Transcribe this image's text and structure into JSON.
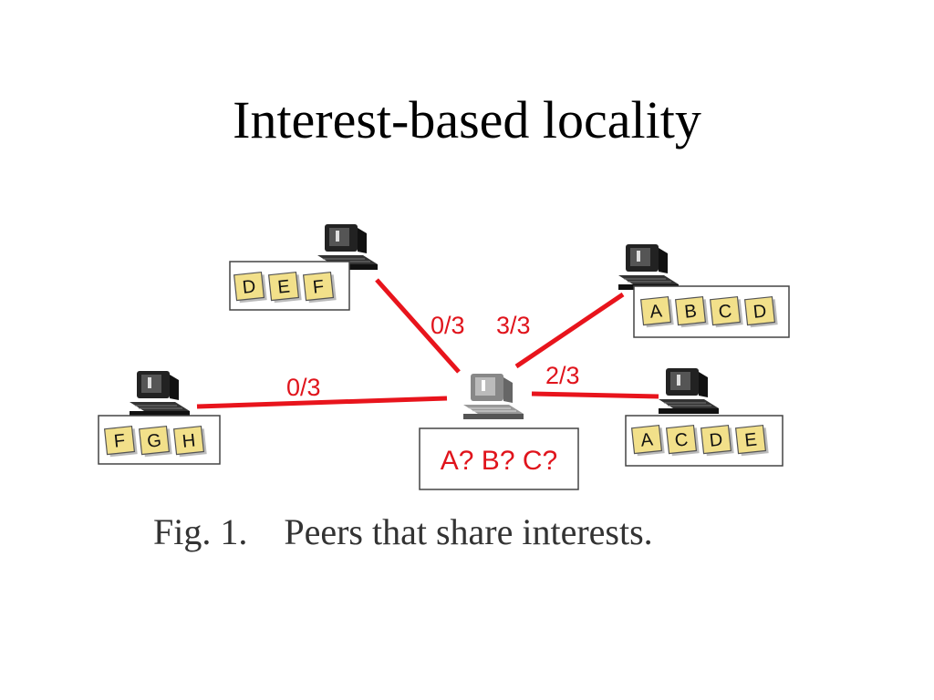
{
  "title": "Interest-based locality",
  "caption": "Fig. 1.    Peers that share interests.",
  "colors": {
    "edge": "#e8141c",
    "tile": "#f2e08a",
    "box_border": "#444444"
  },
  "icons": {
    "peer": "computer-icon"
  },
  "peers": [
    {
      "id": "top-left",
      "files": [
        "D",
        "E",
        "F"
      ],
      "edge_label": "0/3"
    },
    {
      "id": "top-right",
      "files": [
        "A",
        "B",
        "C",
        "D"
      ],
      "edge_label": "3/3"
    },
    {
      "id": "left",
      "files": [
        "F",
        "G",
        "H"
      ],
      "edge_label": "0/3"
    },
    {
      "id": "right",
      "files": [
        "A",
        "C",
        "D",
        "E"
      ],
      "edge_label": "2/3"
    }
  ],
  "center": {
    "query": "A? B? C?"
  }
}
